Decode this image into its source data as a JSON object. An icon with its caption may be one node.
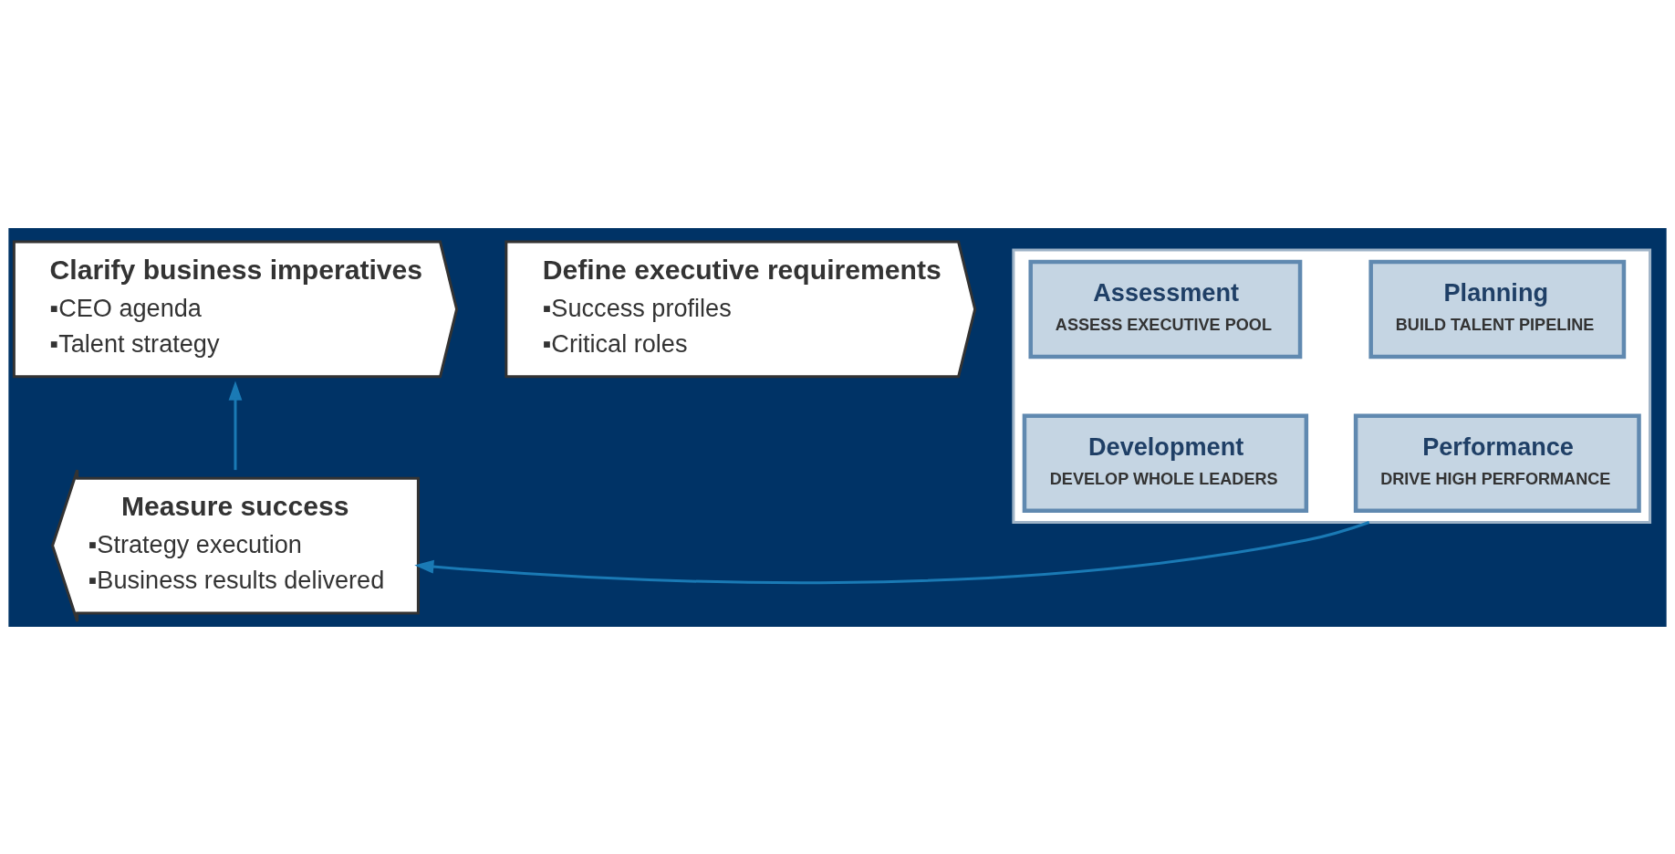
{
  "diagram": {
    "nodes": [
      {
        "text": [
          "Clarify business imperatives",
          "▪CEO agenda",
          "▪Talent strategy"
        ]
      },
      {
        "text": [
          "Define executive requirements",
          "▪Success profiles",
          "▪Critical roles"
        ]
      },
      {
        "text": [],
        "shape": "box"
      },
      {
        "text": [
          "Assessment",
          "ASSESS EXECUTIVE POOL"
        ],
        "in": 2
      },
      {
        "text": [
          "Planning",
          "BUILD TALENT PIPELINE"
        ],
        "in": 2
      },
      {
        "text": [
          "Development",
          "DEVELOP WHOLE LEADERS"
        ],
        "in": 2
      },
      {
        "text": [
          "Performance",
          "DRIVE HIGH PERFORMANCE"
        ],
        "in": 2
      },
      {
        "text": [
          "Measure success",
          "▪Strategy execution",
          "▪Business results delivered"
        ]
      }
    ],
    "edges": [
      {
        "from": 2,
        "to": 7,
        "arrow": "to"
      },
      {
        "from": 7,
        "to": 0,
        "arrow": "to"
      }
    ]
  }
}
